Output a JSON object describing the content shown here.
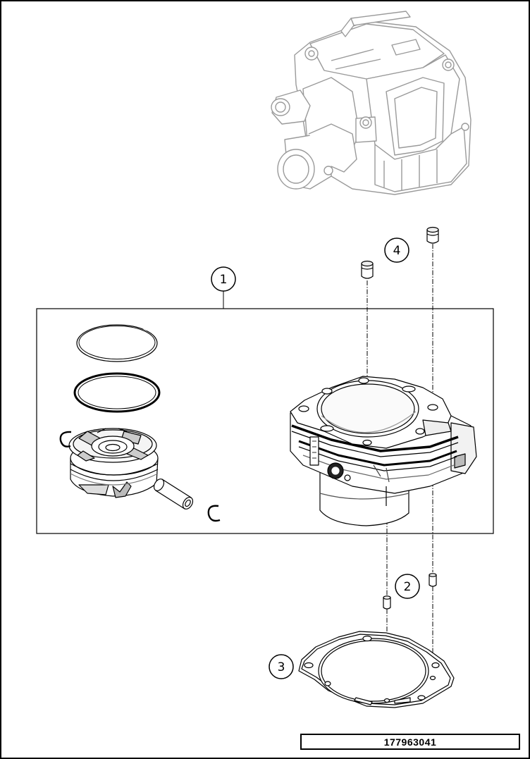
{
  "callouts": [
    {
      "id": "1",
      "label": "1"
    },
    {
      "id": "2",
      "label": "2"
    },
    {
      "id": "3",
      "label": "3"
    },
    {
      "id": "4",
      "label": "4"
    }
  ],
  "part_number": "177963041"
}
